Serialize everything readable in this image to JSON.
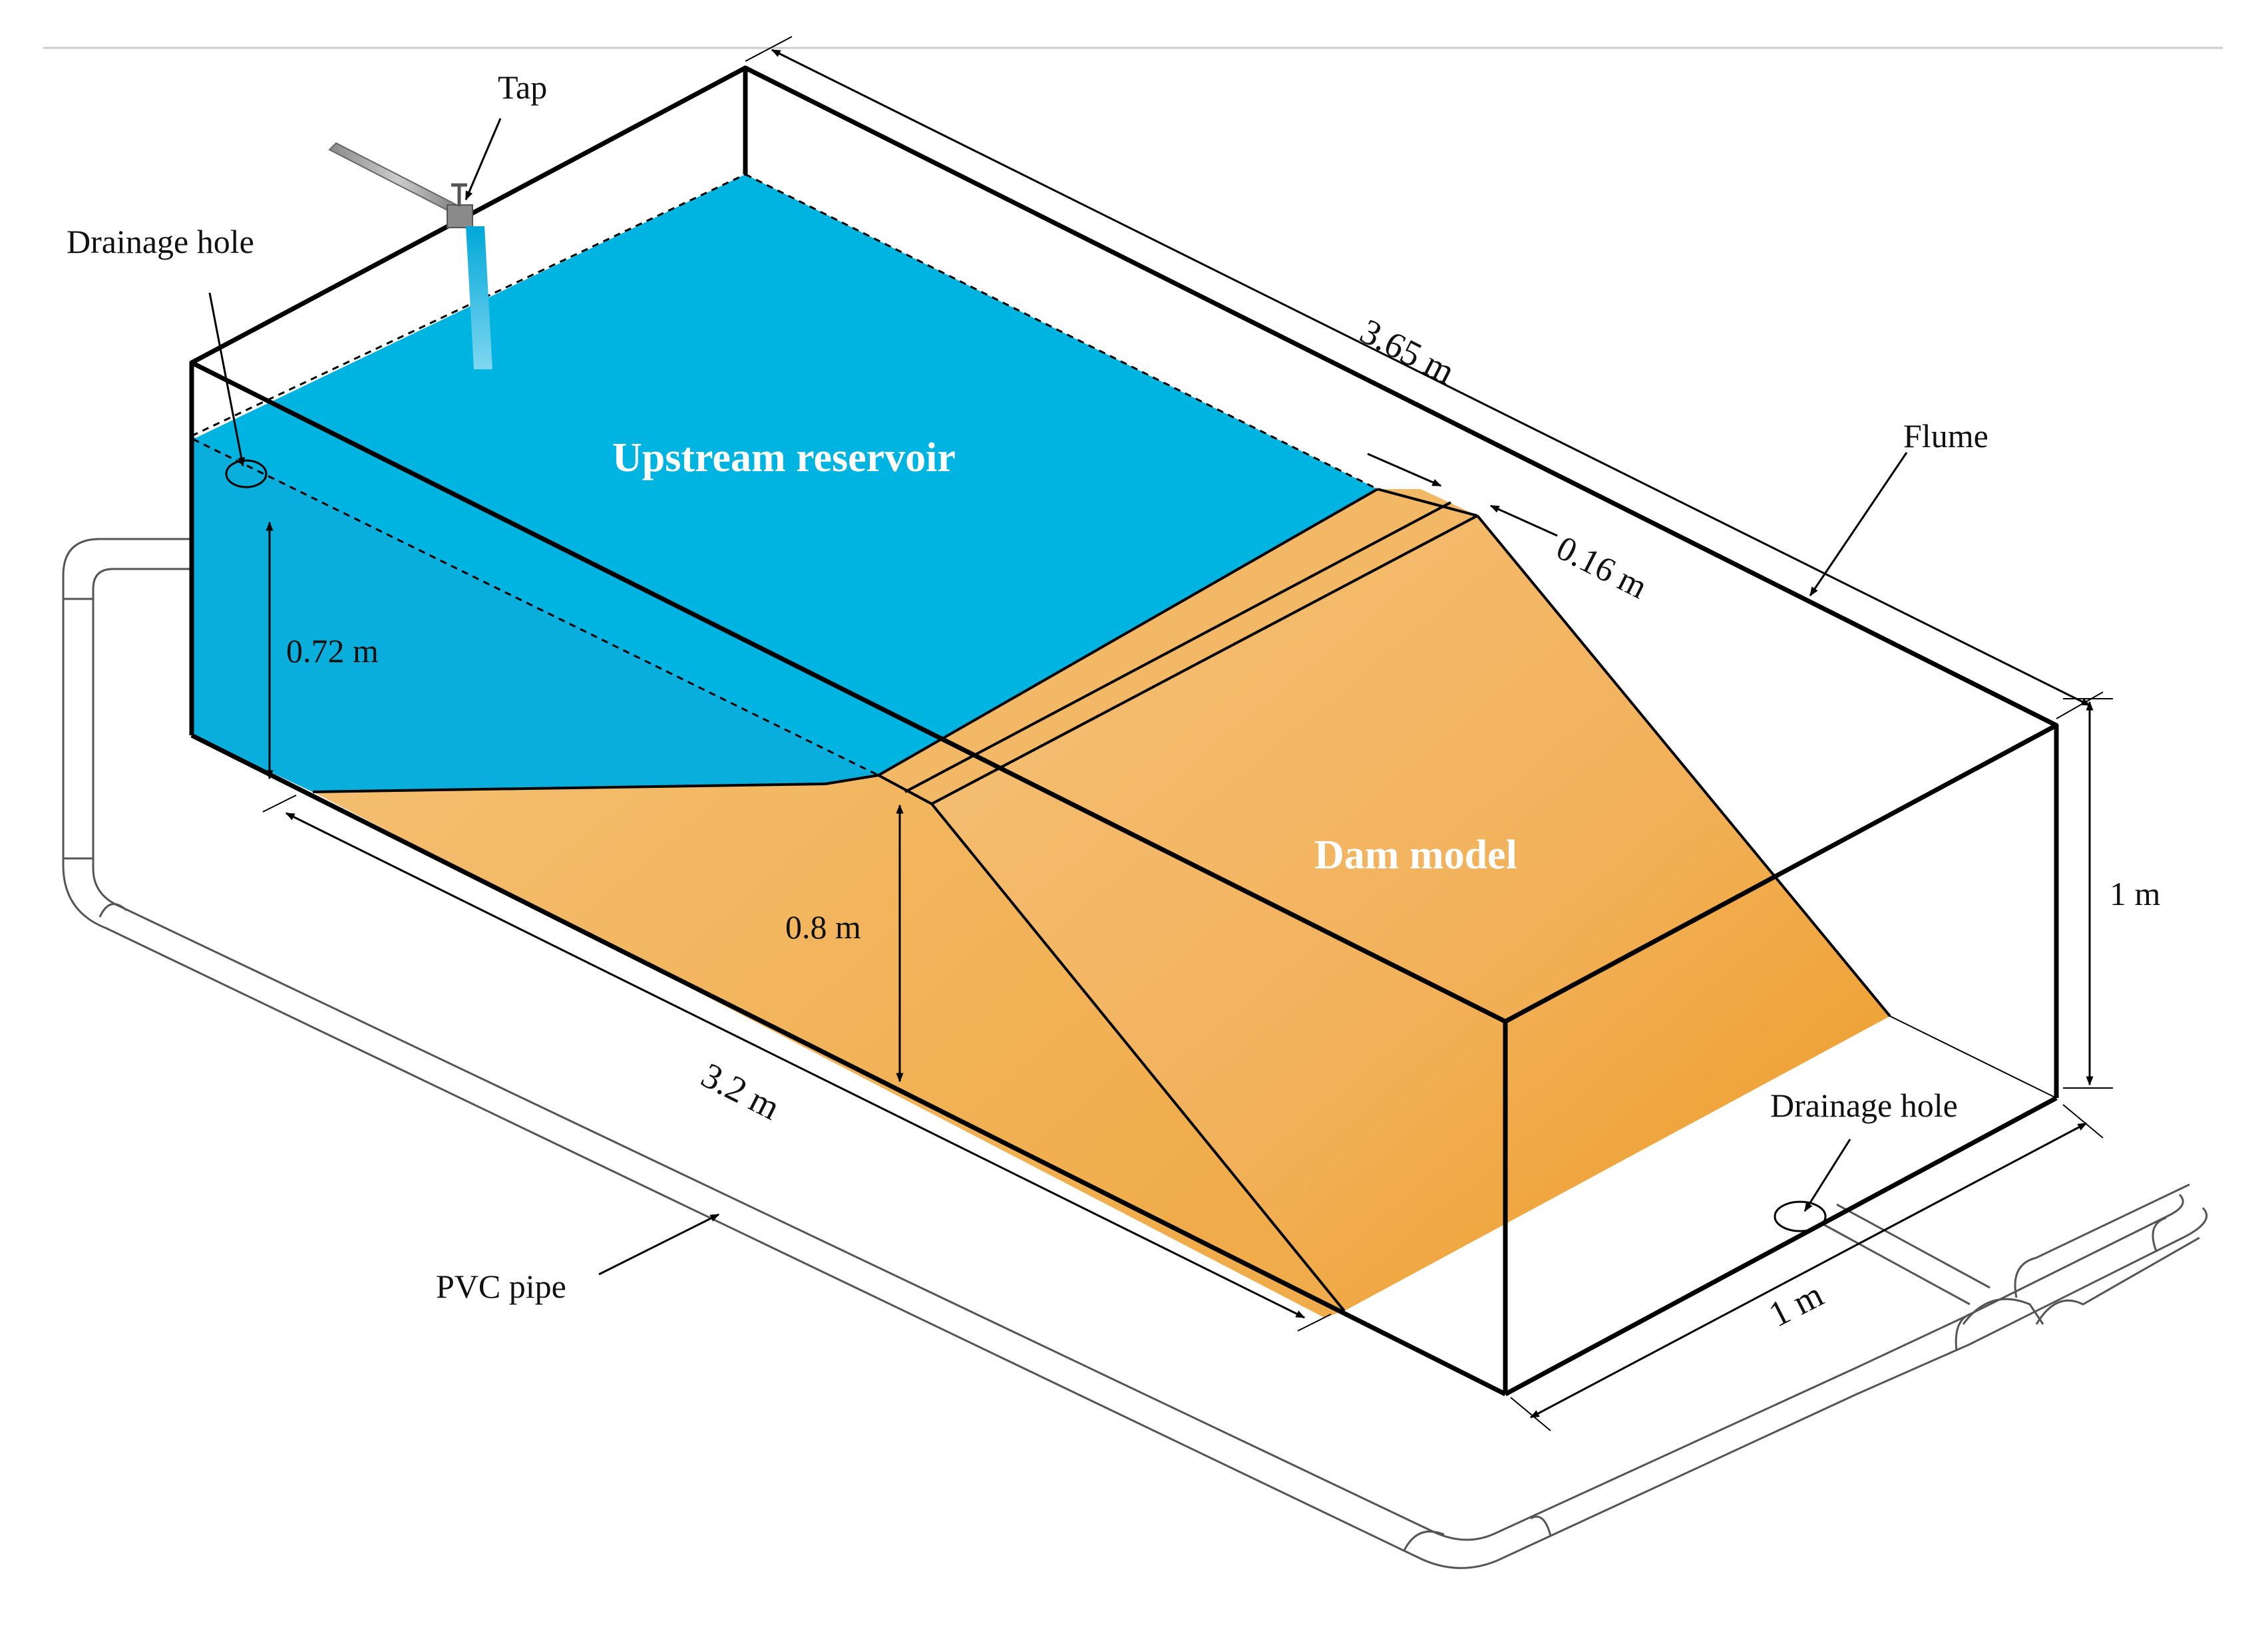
{
  "labels": {
    "tap": "Tap",
    "drainage_hole_left": "Drainage hole",
    "drainage_hole_right": "Drainage hole",
    "upstream_reservoir": "Upstream reservoir",
    "dam_model": "Dam model",
    "flume": "Flume",
    "pvc_pipe": "PVC pipe"
  },
  "dimensions": {
    "flume_length": "3.65 m",
    "crest_width": "0.16 m",
    "water_depth": "0.72 m",
    "dam_height": "0.8 m",
    "dam_length": "3.2 m",
    "flume_height": "1 m",
    "flume_width": "1 m"
  },
  "colors": {
    "water": "#00B0DE",
    "dam_light": "#F3B969",
    "dam_dark": "#EE9C28",
    "outline": "#000000",
    "pipe_stroke": "#555555"
  }
}
